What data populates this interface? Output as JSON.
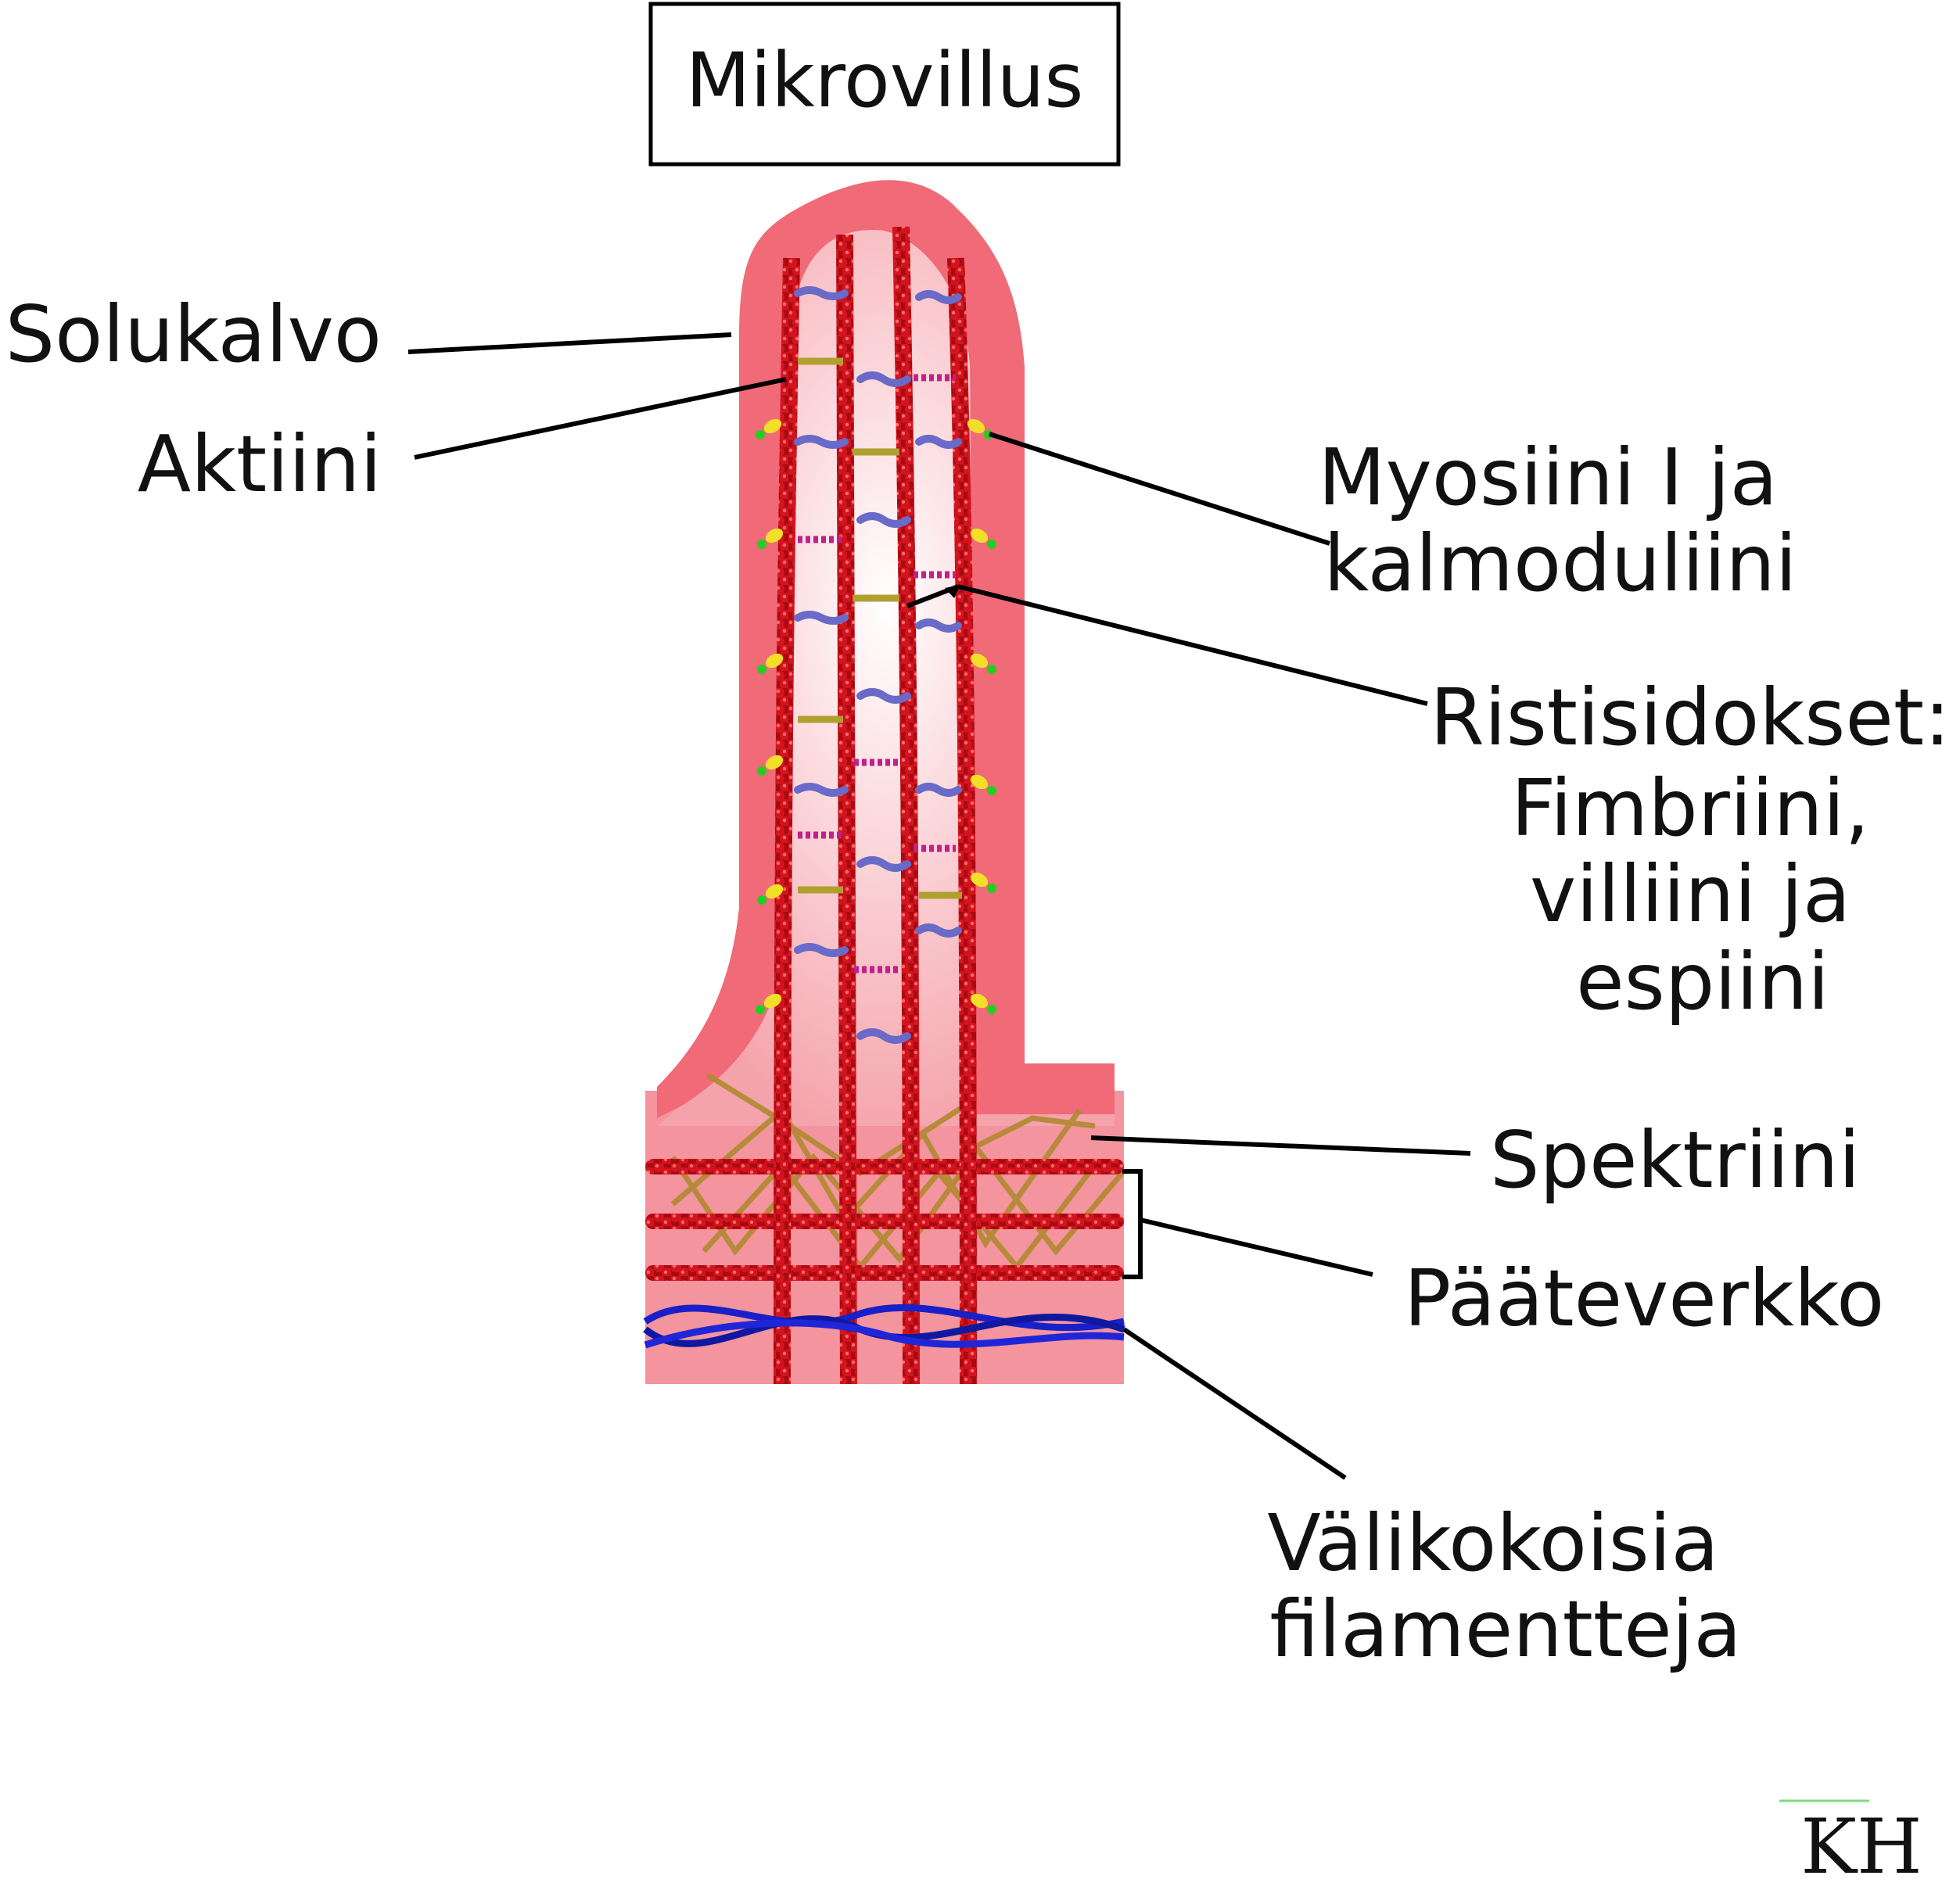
{
  "title": "Mikrovillus",
  "labels": {
    "solukalvo": "Solukalvo",
    "aktiini": "Aktiini",
    "myosiini": [
      "Myosiini I ja",
      "kalmoduliini"
    ],
    "ristisidokset": [
      "Ristisidokset:",
      "Fimbriini,",
      "villiini ja",
      "espiini"
    ],
    "spektriini": "Spektriini",
    "paateverkko": "Pääteverkko",
    "valikokoisia": [
      "Välikokoisia",
      "filamentteja"
    ]
  },
  "signature": "KH",
  "colors": {
    "membrane": "#f0707c",
    "cytoplasm": "#f5a3ab",
    "actin": "#c8101a",
    "fimbrin": "#6a6ac8",
    "villin": "#c0208c",
    "espin": "#b0a030",
    "myosin": "#f2e028",
    "calmodulin": "#20d020",
    "spectrin": "#b08a30",
    "intermediate_filament": "#1a20c8"
  }
}
